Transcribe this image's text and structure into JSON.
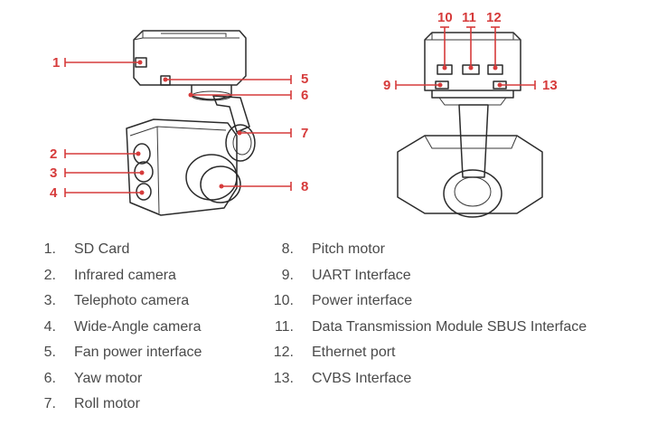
{
  "figure": {
    "left_view_callouts": [
      "1",
      "2",
      "3",
      "4",
      "5",
      "6",
      "7",
      "8"
    ],
    "right_view_callouts": [
      "9",
      "10",
      "11",
      "12",
      "13"
    ],
    "accent_color": "#d63b3b"
  },
  "legend": {
    "left": [
      {
        "num": "1.",
        "label": "SD Card"
      },
      {
        "num": "2.",
        "label": "Infrared camera"
      },
      {
        "num": "3.",
        "label": "Telephoto camera"
      },
      {
        "num": "4.",
        "label": "Wide-Angle camera"
      },
      {
        "num": "5.",
        "label": "Fan power interface"
      },
      {
        "num": "6.",
        "label": "Yaw motor"
      },
      {
        "num": "7.",
        "label": "Roll motor"
      }
    ],
    "right": [
      {
        "num": "8.",
        "label": "Pitch motor"
      },
      {
        "num": "9.",
        "label": "UART Interface"
      },
      {
        "num": "10.",
        "label": "Power interface"
      },
      {
        "num": "11.",
        "label": "Data Transmission Module SBUS Interface"
      },
      {
        "num": "12.",
        "label": "Ethernet port"
      },
      {
        "num": "13.",
        "label": "CVBS Interface"
      }
    ]
  }
}
